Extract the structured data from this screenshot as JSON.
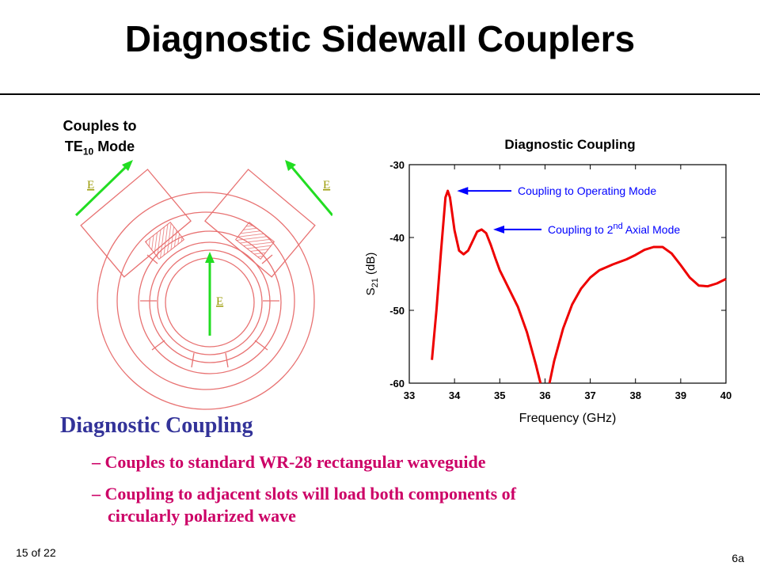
{
  "slide": {
    "title": "Diagnostic Sidewall Couplers",
    "diagram_label_line1": "Couples to",
    "diagram_label_te": "TE",
    "diagram_label_sub": "10",
    "diagram_label_mode": " Mode",
    "field_label": "E",
    "heading": "Diagnostic Coupling",
    "bullets": [
      {
        "dash": "– ",
        "text": "Couples to standard WR-28 rectangular waveguide",
        "cont": ""
      },
      {
        "dash": "– ",
        "text": "Coupling to adjacent slots will load both components of",
        "cont": "circularly polarized wave"
      }
    ],
    "footer_left": "15 of 22",
    "footer_right": "6a"
  },
  "colors": {
    "heading": "#333399",
    "bullet": "#cc0066",
    "diagram": "#e87272",
    "field": "#22dd22",
    "curve": "#ee0000",
    "arrow": "#0000ff"
  },
  "chart_data": {
    "type": "line",
    "title": "Diagnostic Coupling",
    "xlabel": "Frequency (GHz)",
    "ylabel_main": "S",
    "ylabel_sub": "21",
    "ylabel_unit": " (dB)",
    "xlim": [
      33,
      40
    ],
    "ylim": [
      -60,
      -30
    ],
    "xticks": [
      33,
      34,
      35,
      36,
      37,
      38,
      39,
      40
    ],
    "yticks": [
      -30,
      -40,
      -50,
      -60
    ],
    "series": [
      {
        "segments": [
          [
            [
              33.5,
              -56.8
            ],
            [
              33.6,
              -50
            ],
            [
              33.7,
              -42
            ],
            [
              33.8,
              -34.5
            ],
            [
              33.85,
              -33.6
            ],
            [
              33.9,
              -34.5
            ],
            [
              34.0,
              -39
            ],
            [
              34.1,
              -41.8
            ],
            [
              34.2,
              -42.3
            ],
            [
              34.3,
              -41.8
            ],
            [
              34.4,
              -40.5
            ],
            [
              34.5,
              -39.2
            ],
            [
              34.6,
              -38.9
            ],
            [
              34.7,
              -39.4
            ],
            [
              34.8,
              -41
            ],
            [
              34.9,
              -42.8
            ],
            [
              35.0,
              -44.5
            ],
            [
              35.2,
              -47
            ],
            [
              35.4,
              -49.5
            ],
            [
              35.6,
              -53
            ],
            [
              35.8,
              -57.5
            ],
            [
              35.9,
              -60
            ]
          ],
          [
            [
              36.1,
              -60
            ],
            [
              36.2,
              -57
            ],
            [
              36.4,
              -52.5
            ],
            [
              36.6,
              -49.2
            ],
            [
              36.8,
              -47
            ],
            [
              37.0,
              -45.5
            ],
            [
              37.2,
              -44.5
            ],
            [
              37.5,
              -43.7
            ],
            [
              37.8,
              -43
            ],
            [
              38.0,
              -42.4
            ],
            [
              38.2,
              -41.7
            ],
            [
              38.4,
              -41.3
            ],
            [
              38.6,
              -41.3
            ],
            [
              38.8,
              -42.2
            ],
            [
              39.0,
              -43.8
            ],
            [
              39.2,
              -45.5
            ],
            [
              39.4,
              -46.6
            ],
            [
              39.6,
              -46.7
            ],
            [
              39.8,
              -46.3
            ],
            [
              40.0,
              -45.7
            ]
          ]
        ]
      }
    ],
    "annotations": [
      {
        "text": "Coupling to Operating Mode",
        "sup": "",
        "rest": "",
        "target": [
          33.95,
          -33.6
        ]
      },
      {
        "text": "Coupling to 2",
        "sup": "nd",
        "rest": " Axial Mode",
        "target": [
          34.75,
          -38.9
        ]
      }
    ]
  }
}
